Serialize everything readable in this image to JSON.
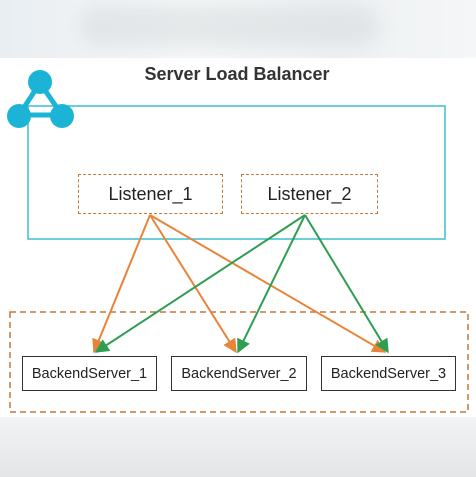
{
  "title": "Server Load Balancer",
  "listeners": [
    {
      "label": "Listener_1",
      "color": "#e8843a"
    },
    {
      "label": "Listener_2",
      "color": "#2e9e52"
    }
  ],
  "backend_servers": [
    {
      "label": "BackendServer_1"
    },
    {
      "label": "BackendServer_2"
    },
    {
      "label": "BackendServer_3"
    }
  ],
  "connections": [
    {
      "from": "Listener_1",
      "to": "BackendServer_1"
    },
    {
      "from": "Listener_1",
      "to": "BackendServer_2"
    },
    {
      "from": "Listener_1",
      "to": "BackendServer_3"
    },
    {
      "from": "Listener_2",
      "to": "BackendServer_1"
    },
    {
      "from": "Listener_2",
      "to": "BackendServer_2"
    },
    {
      "from": "Listener_2",
      "to": "BackendServer_3"
    }
  ],
  "colors": {
    "balancer_border": "#3dbdcf",
    "icon": "#1bb3d6",
    "dashed_border": "#c0793a"
  },
  "icons": {
    "balancer": "network-triangle-icon"
  }
}
